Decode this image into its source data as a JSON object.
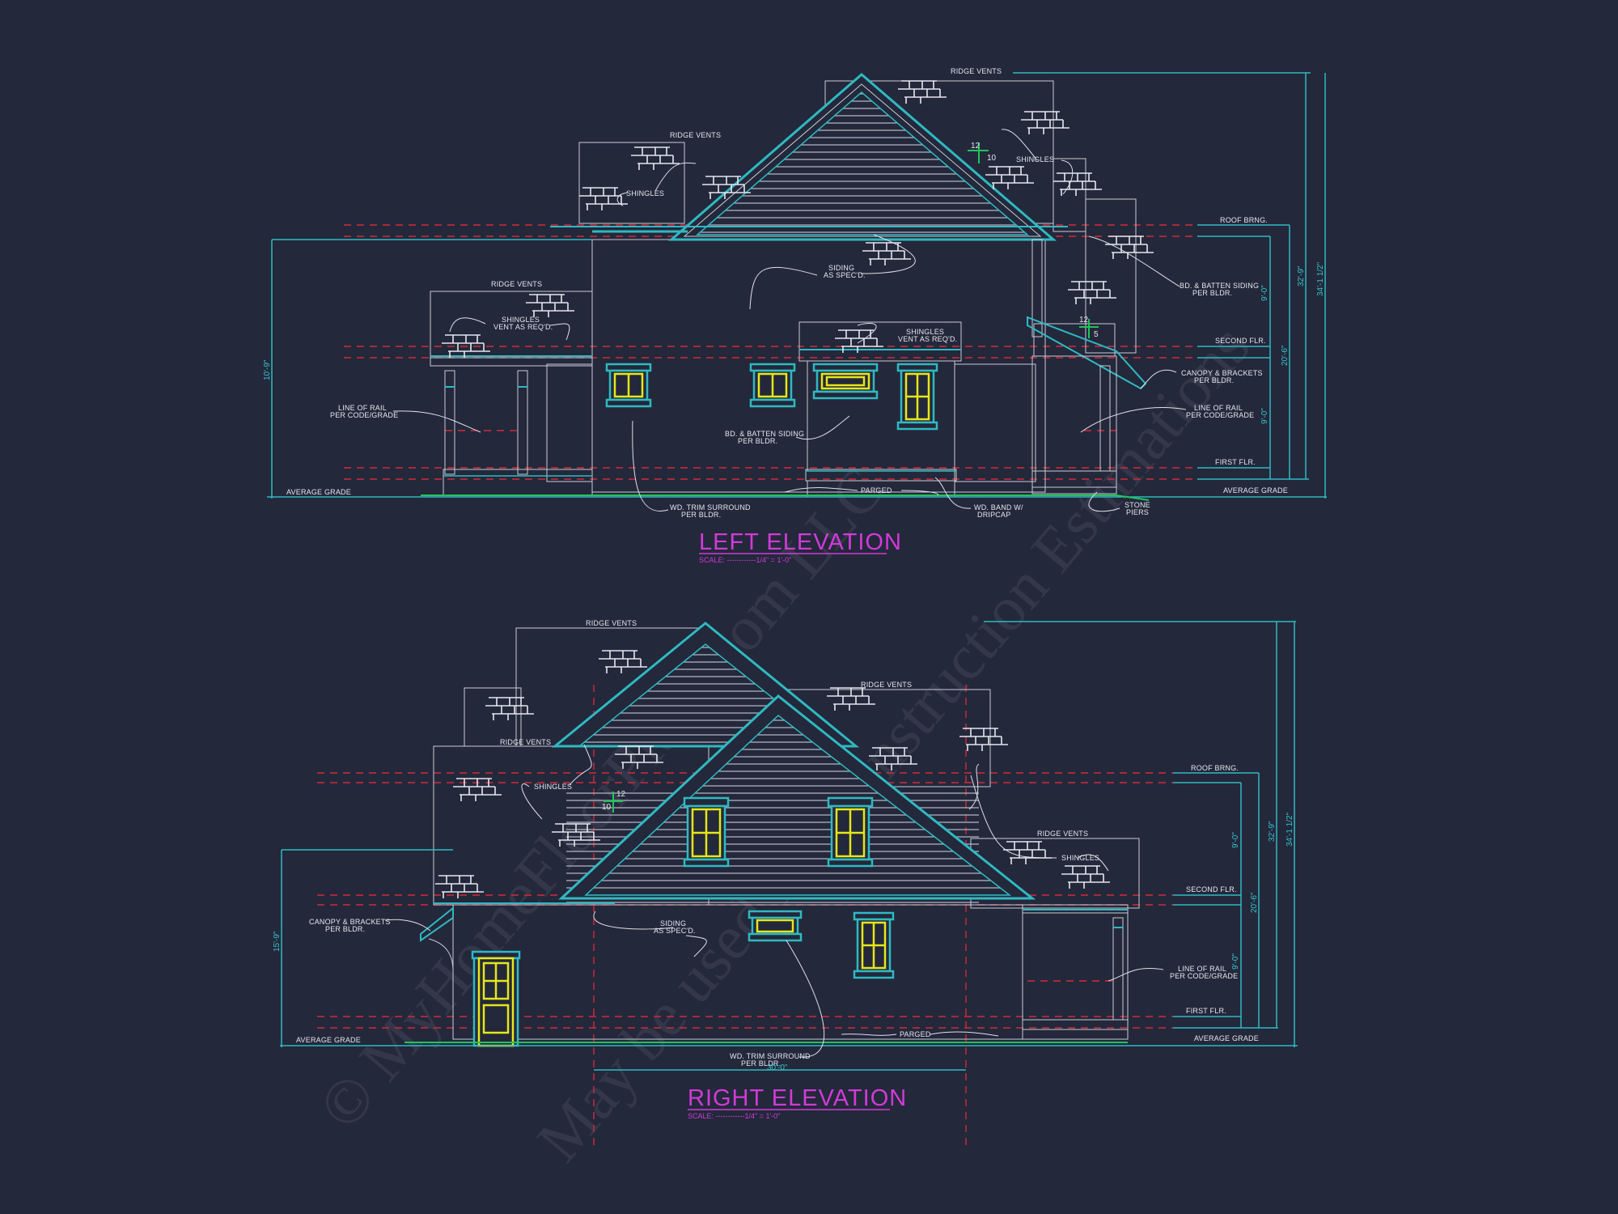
{
  "sheet": {
    "background": "#23283b",
    "colors": {
      "linework": "#c9cbd6",
      "dimension": "#2fb9c1",
      "hidden_line": "#d22a3a",
      "window": "#e6e61a",
      "grade": "#22c45a",
      "title": "#d23ad8"
    },
    "watermark": {
      "line1": "© MyHomeFloorPlans.com LLC",
      "line2": "May be used for Construction Estimations"
    }
  },
  "left_elevation": {
    "title": "LEFT ELEVATION",
    "scale": "SCALE: ------------1/4\" = 1'-0\"",
    "notes": {
      "ridge_vents_top": "RIDGE VENTS",
      "ridge_vents_mid": "RIDGE VENTS",
      "ridge_vents_porch": "RIDGE VENTS",
      "shingles_left": "SHINGLES",
      "shingles_right": "SHINGLES",
      "shingles_vent_porch_1": "SHINGLES",
      "shingles_vent_porch_2": "VENT AS REQ'D.",
      "shingles_vent_door_1": "SHINGLES",
      "shingles_vent_door_2": "VENT AS REQ'D.",
      "siding_1": "SIDING",
      "siding_2": "AS SPEC'D.",
      "bb_right_1": "BD. & BATTEN SIDING",
      "bb_right_2": "PER BLDR.",
      "bb_center_1": "BD. & BATTEN SIDING",
      "bb_center_2": "PER BLDR.",
      "rail_left_1": "LINE OF RAIL",
      "rail_left_2": "PER CODE/GRADE",
      "rail_right_1": "LINE OF RAIL",
      "rail_right_2": "PER CODE/GRADE",
      "canopy_1": "CANOPY & BRACKETS",
      "canopy_2": "PER BLDR.",
      "trim_1": "WD. TRIM SURROUND",
      "trim_2": "PER BLDR.",
      "band_1": "WD. BAND W/",
      "band_2": "DRIPCAP",
      "parged": "PARGED",
      "stone_1": "STONE",
      "stone_2": "PIERS",
      "avg_grade_left": "AVERAGE GRADE",
      "avg_grade_right": "AVERAGE GRADE",
      "roof_brng": "ROOF BRNG.",
      "second_flr": "SECOND FLR.",
      "first_flr": "FIRST FLR."
    },
    "pitch_main": {
      "rise": "10",
      "run": "12"
    },
    "pitch_canopy": {
      "rise": "5",
      "run": "12"
    },
    "dimensions": {
      "porch_height": "10'-9\"",
      "upper_floor": "9'-0\"",
      "lower_floor": "9'-0\"",
      "to_roof_bearing": "20'-6\"",
      "overall": "32'-9\"",
      "overall_ridge": "34'-1 1/2\""
    }
  },
  "right_elevation": {
    "title": "RIGHT ELEVATION",
    "scale": "SCALE: ------------1/4\" = 1'-0\"",
    "notes": {
      "ridge_vents_top": "RIDGE VENTS",
      "ridge_vents_mid": "RIDGE VENTS",
      "ridge_vents_left": "RIDGE VENTS",
      "ridge_vents_porch": "RIDGE VENTS",
      "shingles_left": "SHINGLES",
      "shingles_porch": "SHINGLES",
      "siding_1": "SIDING",
      "siding_2": "AS SPEC'D.",
      "canopy_1": "CANOPY & BRACKETS",
      "canopy_2": "PER BLDR.",
      "rail_1": "LINE OF RAIL",
      "rail_2": "PER CODE/GRADE",
      "trim_1": "WD. TRIM SURROUND",
      "trim_2": "PER BLDR.",
      "parged": "PARGED",
      "avg_grade_left": "AVERAGE GRADE",
      "avg_grade_right": "AVERAGE GRADE",
      "roof_brng": "ROOF BRNG.",
      "second_flr": "SECOND FLR.",
      "first_flr": "FIRST FLR."
    },
    "pitch_main": {
      "rise": "10",
      "run": "12"
    },
    "dimensions": {
      "canopy_height": "15'-9\"",
      "upper_floor": "9'-0\"",
      "lower_floor": "9'-0\"",
      "to_roof_bearing": "20'-6\"",
      "overall": "32'-9\"",
      "overall_ridge": "34'-1 1/2\"",
      "width": "30'-0\""
    }
  }
}
